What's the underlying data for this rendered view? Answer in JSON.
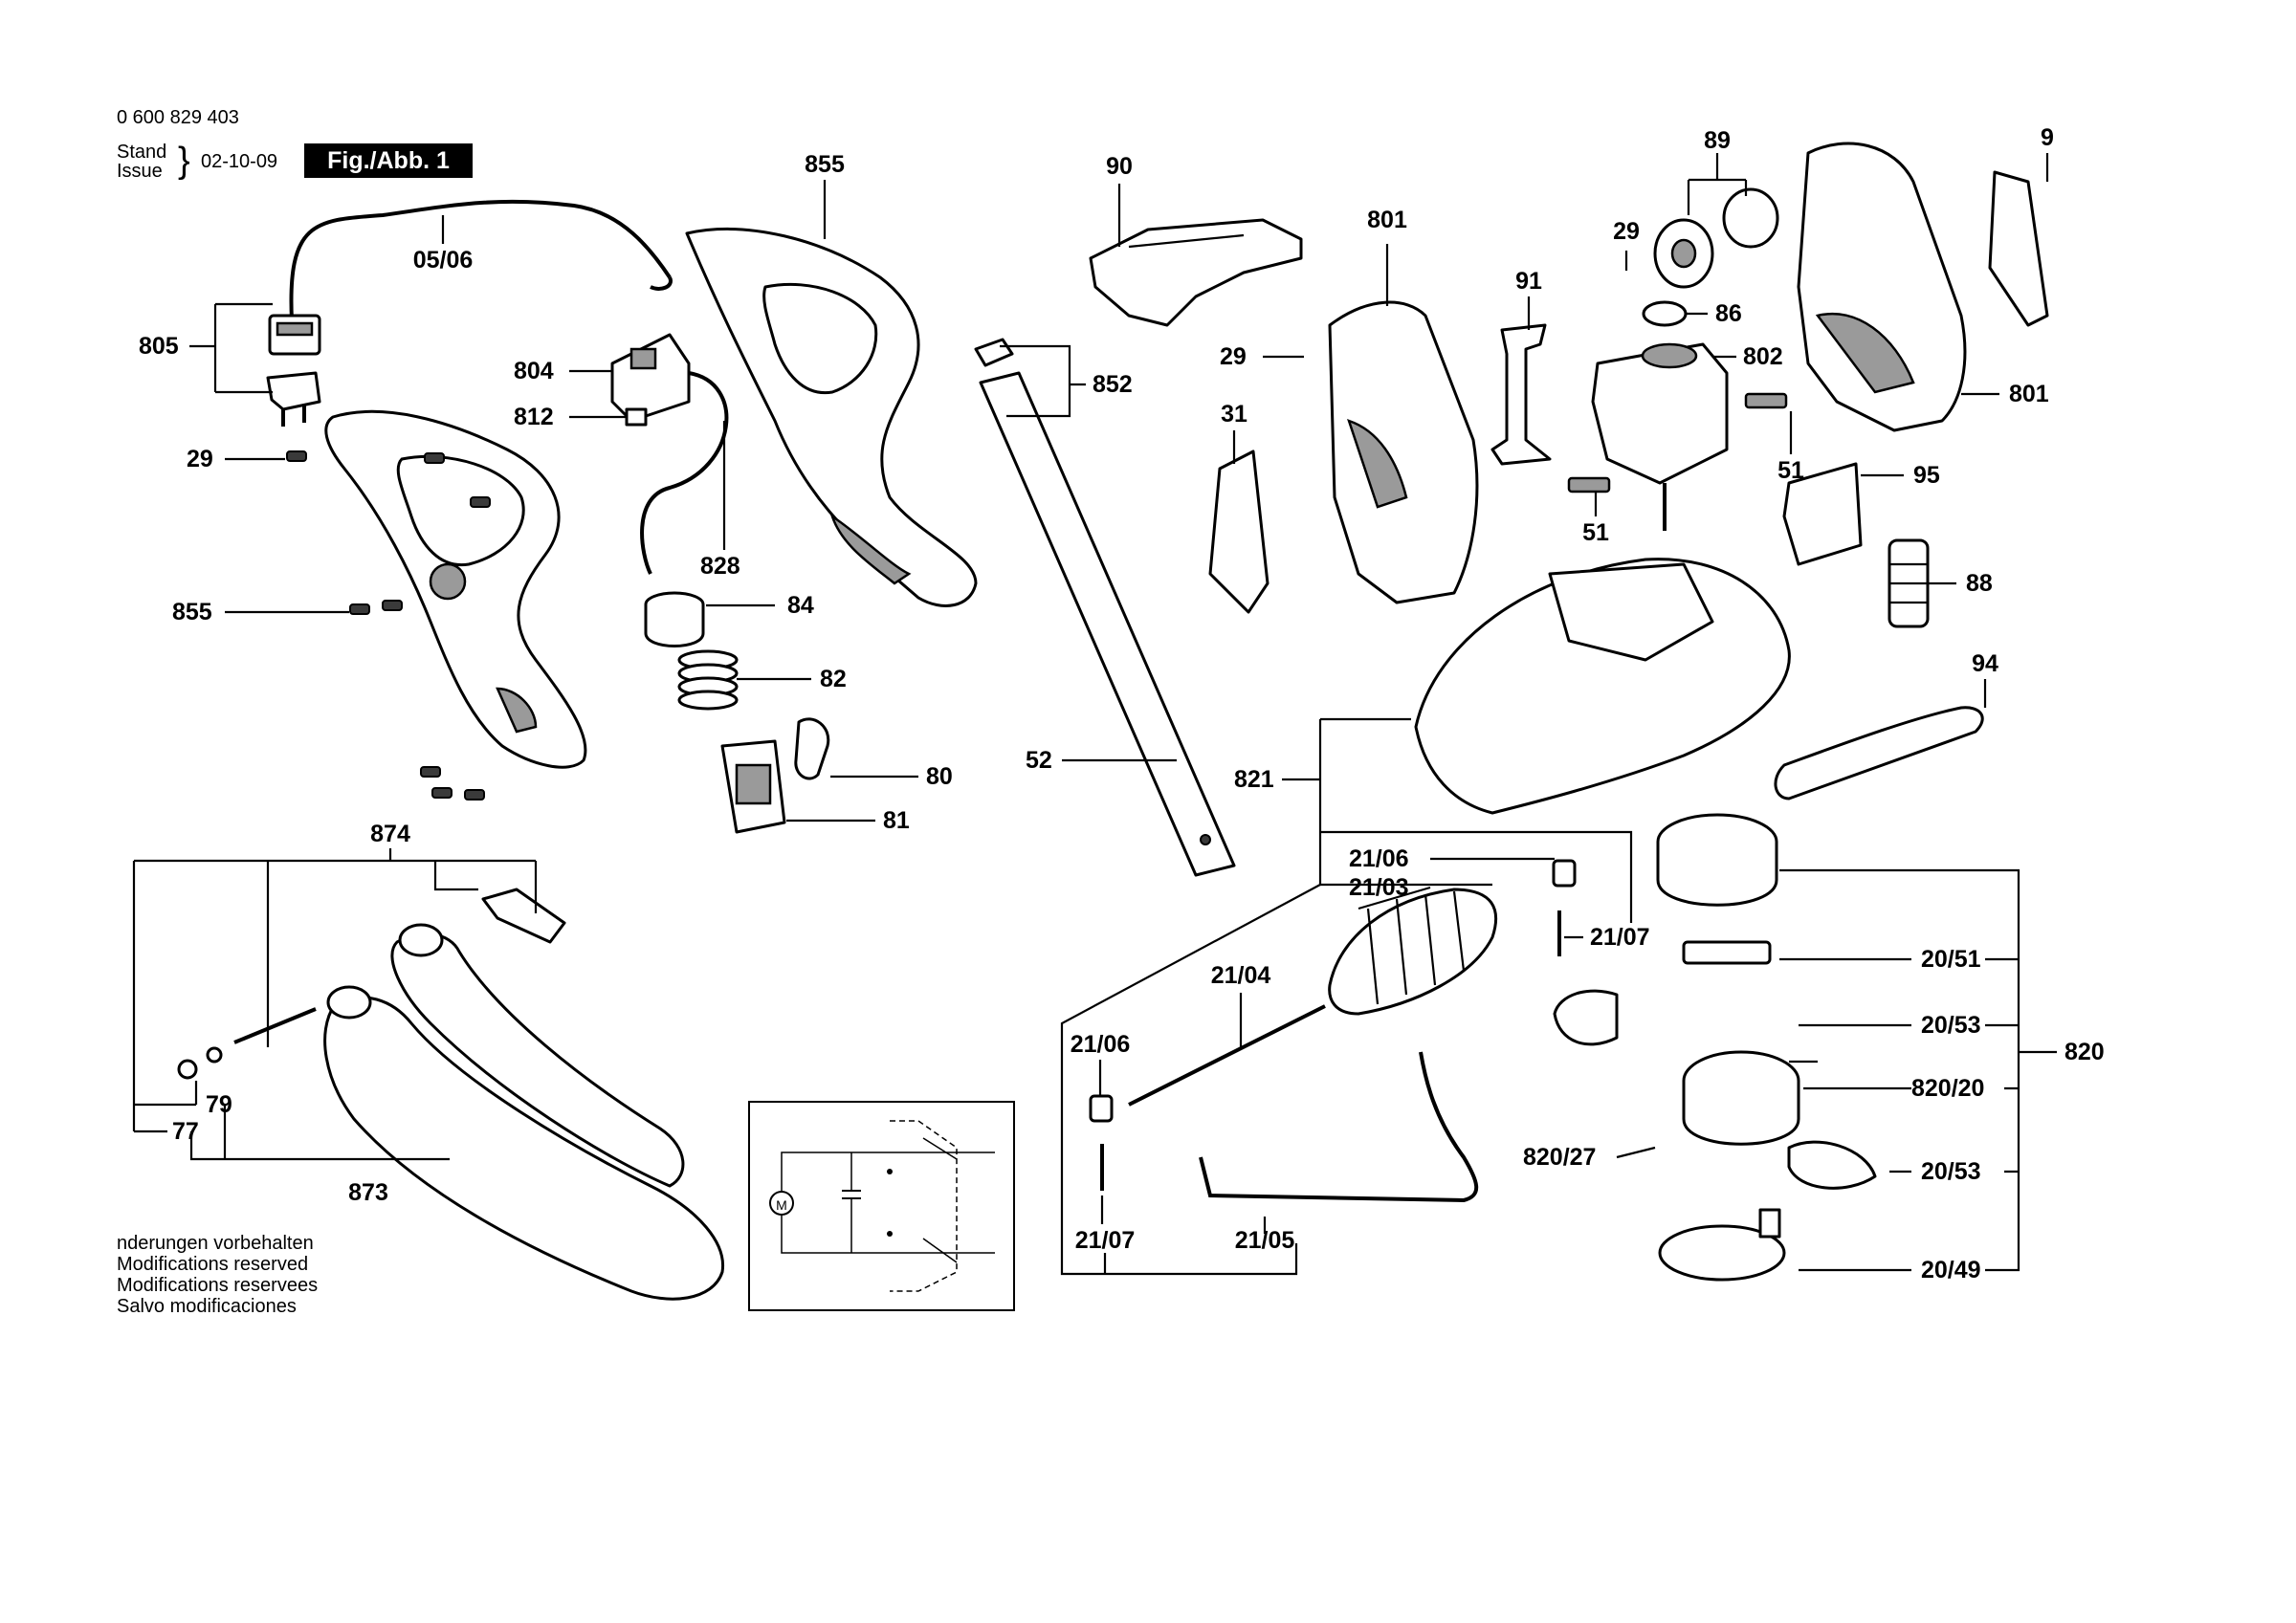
{
  "header": {
    "doc_number": "0 600 829 403",
    "stand_label": "Stand",
    "issue_label": "Issue",
    "brace": "}",
    "date": "02-10-09",
    "figure_label": "Fig./Abb. 1"
  },
  "notes": [
    "nderungen vorbehalten",
    "Modifications reserved",
    "Modifications reservees",
    "Salvo modificaciones"
  ],
  "labels": {
    "l855a": "855",
    "l0506": "05/06",
    "l805": "805",
    "l29a": "29",
    "l855b": "855",
    "l804": "804",
    "l812": "812",
    "l828": "828",
    "l84": "84",
    "l82": "82",
    "l80": "80",
    "l81": "81",
    "l90": "90",
    "l852": "852",
    "l52": "52",
    "l801a": "801",
    "l29b": "29",
    "l31": "31",
    "l91": "91",
    "l29c": "29",
    "l89": "89",
    "l86": "86",
    "l802": "802",
    "l51a": "51",
    "l51b": "51",
    "l95": "95",
    "l88": "88",
    "l9": "9",
    "l801b": "801",
    "l94": "94",
    "l821": "821",
    "l2106a": "21/06",
    "l2103": "21/03",
    "l2107a": "21/07",
    "l2104": "21/04",
    "l2106b": "21/06",
    "l2107b": "21/07",
    "l2105": "21/05",
    "l874": "874",
    "l79": "79",
    "l77": "77",
    "l873": "873",
    "l2051": "20/51",
    "l2053a": "20/53",
    "l82020": "820/20",
    "l82027": "820/27",
    "l2053b": "20/53",
    "l2049": "20/49",
    "l820": "820"
  },
  "schematic": {
    "motor_symbol": "M"
  }
}
